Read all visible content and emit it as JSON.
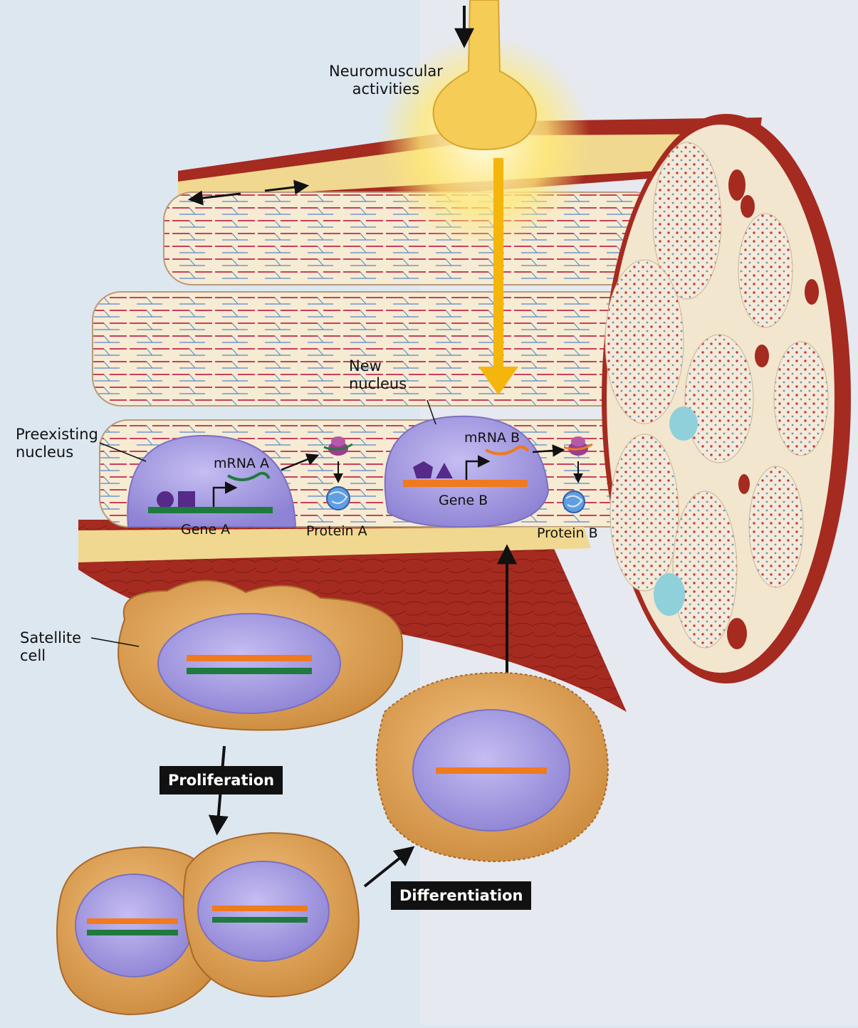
{
  "labels": {
    "neuromuscular": "Neuromuscular\nactivities",
    "new_nucleus": "New\nnucleus",
    "preexisting_nucleus": "Preexisting\nnucleus",
    "mrna_a": "mRNA A",
    "mrna_b": "mRNA B",
    "gene_a": "Gene A",
    "gene_b": "Gene B",
    "protein_a": "Protein A",
    "protein_b": "Protein B",
    "satellite_cell": "Satellite\ncell",
    "proliferation": "Proliferation",
    "differentiation": "Differentiation"
  },
  "colors": {
    "background": "#dde7f0",
    "nucleus": "#9c92dc",
    "cell_body": "#d9a050",
    "gene_orange": "#f07a1e",
    "gene_green": "#1f7a3e",
    "muscle_red": "#a52a20",
    "axon_yellow": "#f4c21a",
    "protein_blue": "#5f9ee0"
  }
}
